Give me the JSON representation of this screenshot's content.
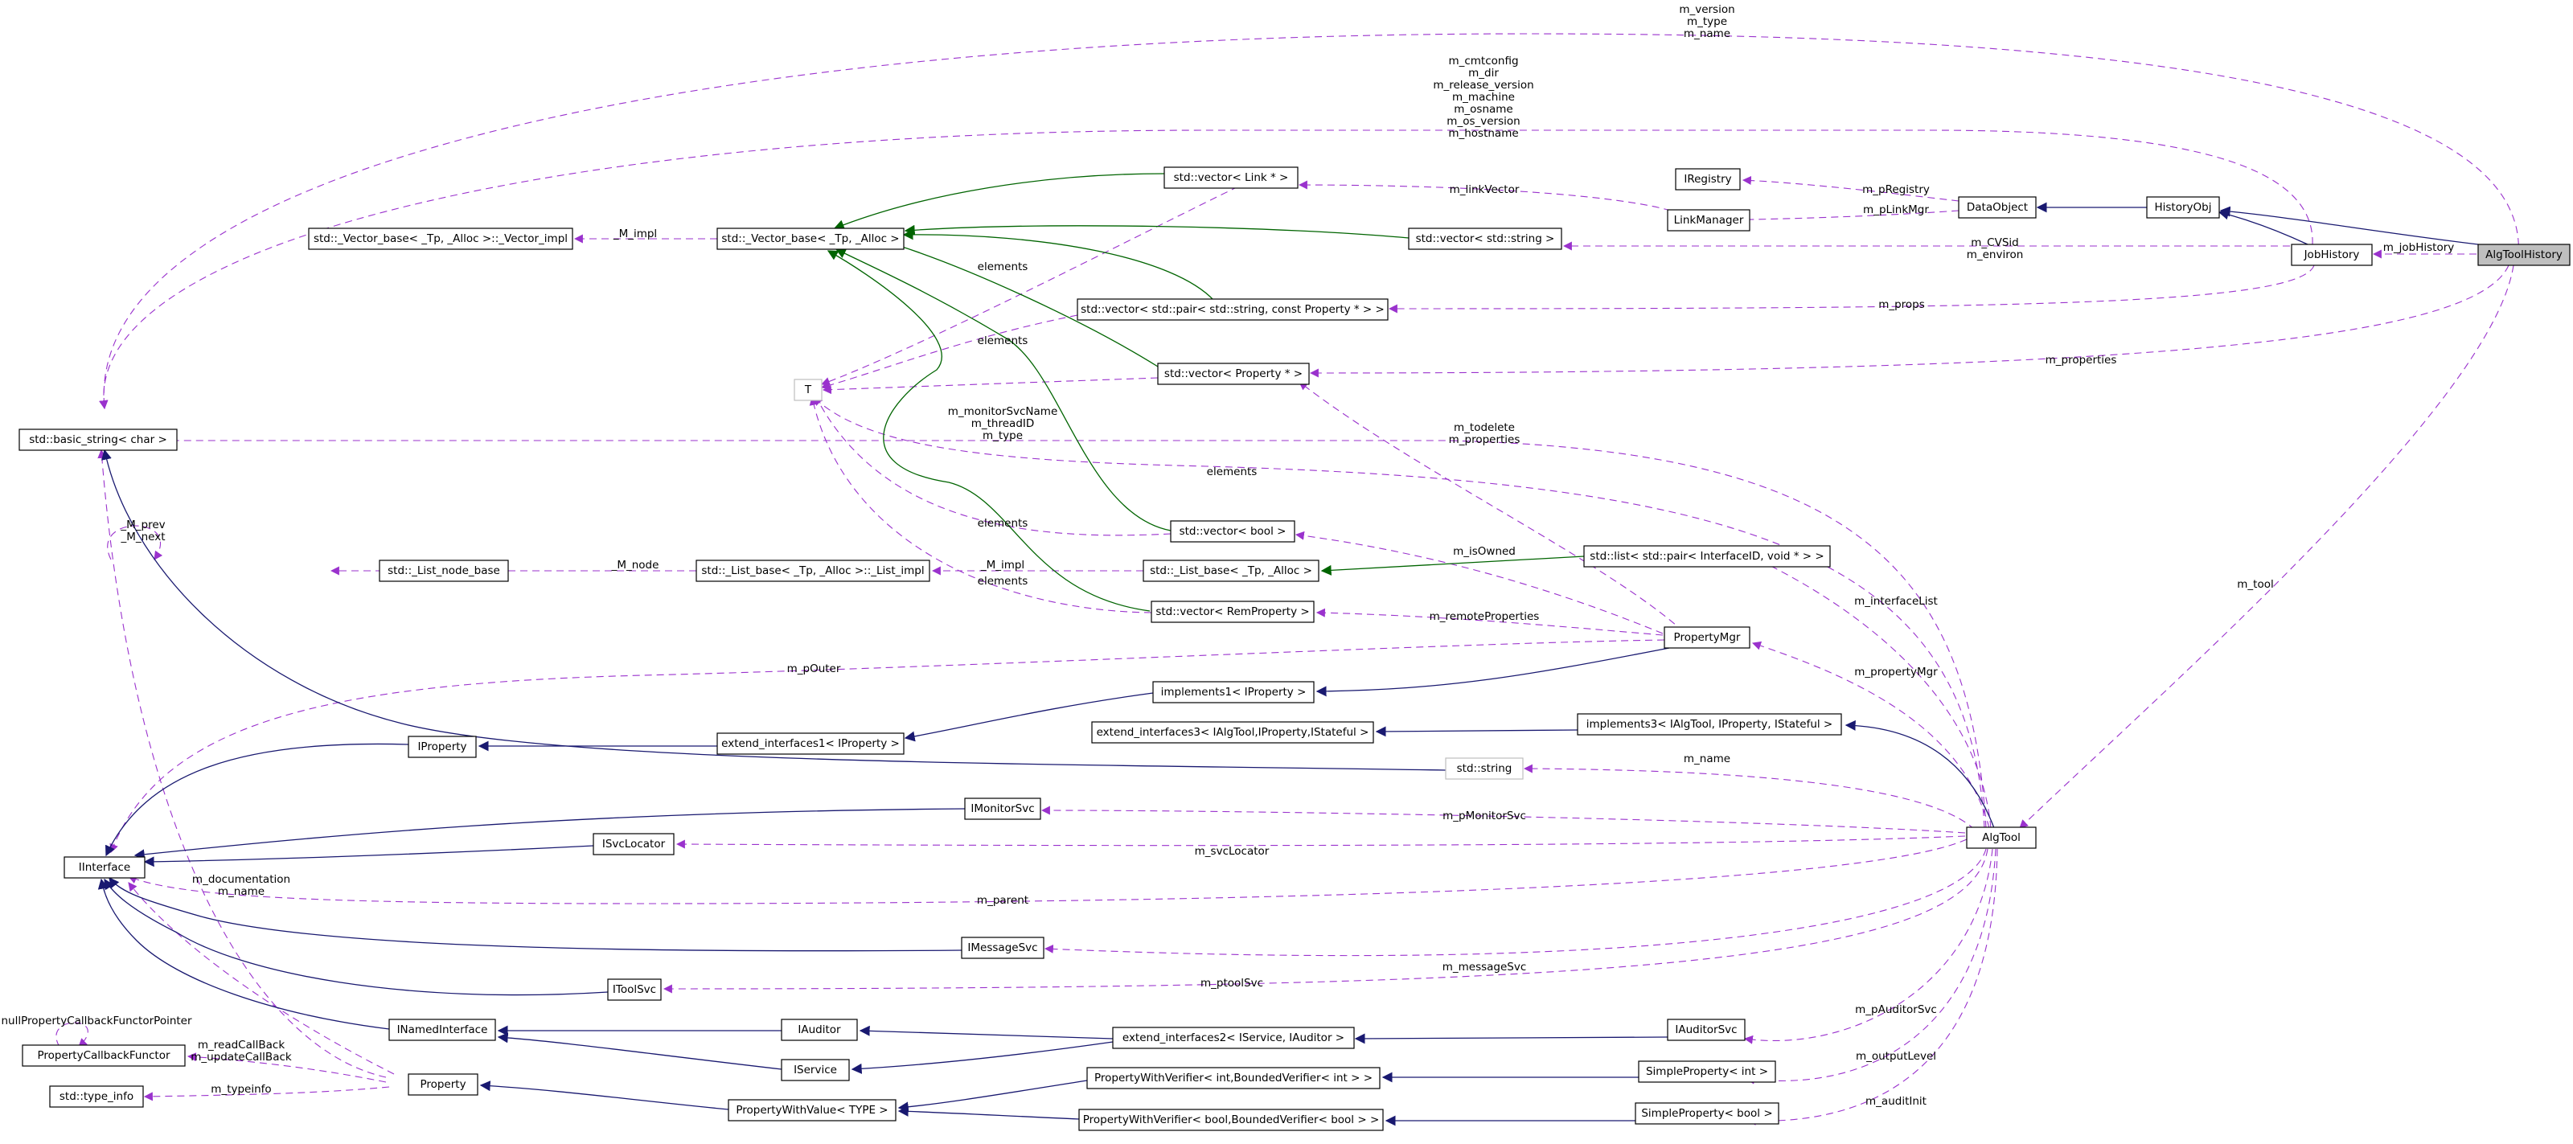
{
  "nodes": {
    "algtoolhistory": "AlgToolHistory",
    "jobhistory": "JobHistory",
    "historyobj": "HistoryObj",
    "dataobject": "DataObject",
    "iregistry": "IRegistry",
    "linkmanager": "LinkManager",
    "vec_link": "std::vector< Link * >",
    "vec_string": "std::vector< std::string >",
    "vector_base": "std::_Vector_base< _Tp, _Alloc >",
    "vector_impl": "std::_Vector_base< _Tp, _Alloc >::_Vector_impl",
    "vec_pair": "std::vector< std::pair< std::string, const Property * > >",
    "vec_property": "std::vector< Property * >",
    "T": "T",
    "basic_string": "std::basic_string< char >",
    "vec_bool": "std::vector< bool >",
    "list_pair": "std::list< std::pair< InterfaceID, void * > >",
    "list_node_base": "std::_List_node_base",
    "list_impl": "std::_List_base< _Tp, _Alloc >::_List_impl",
    "list_base": "std::_List_base< _Tp, _Alloc >",
    "vec_remprop": "std::vector< RemProperty >",
    "propertymgr": "PropertyMgr",
    "implements1": "implements1< IProperty >",
    "implements3": "implements3< IAlgTool, IProperty, IStateful >",
    "extend3": "extend_interfaces3< IAlgTool,IProperty,IStateful >",
    "iproperty": "IProperty",
    "extend1": "extend_interfaces1< IProperty >",
    "stdstring": "std::string",
    "imonitorsvc": "IMonitorSvc",
    "algtool": "AlgTool",
    "isvclocator": "ISvcLocator",
    "iinterface": "IInterface",
    "imessagesvc": "IMessageSvc",
    "itoolsvc": "IToolSvc",
    "inamedinterface": "INamedInterface",
    "iauditor": "IAuditor",
    "extend2": "extend_interfaces2< IService, IAuditor >",
    "iauditorsvc": "IAuditorSvc",
    "propcallback": "PropertyCallbackFunctor",
    "iservice": "IService",
    "property": "Property",
    "simpleprop_int": "SimpleProperty< int >",
    "propverifier_int": "PropertyWithVerifier< int,BoundedVerifier< int > >",
    "type_info": "std::type_info",
    "propwithvalue": "PropertyWithValue< TYPE >",
    "propverifier_bool": "PropertyWithVerifier< bool,BoundedVerifier< bool > >",
    "simpleprop_bool": "SimpleProperty< bool >"
  },
  "labels": {
    "m_version": "m_version",
    "m_type_top": "m_type",
    "m_name_top": "m_name",
    "m_cmtconfig": "m_cmtconfig",
    "m_dir": "m_dir",
    "m_release_version": "m_release_version",
    "m_machine": "m_machine",
    "m_osname": "m_osname",
    "m_os_version": "m_os_version",
    "m_hostname": "m_hostname",
    "m_linkVector": "m_linkVector",
    "m_pRegistry": "m_pRegistry",
    "m_pLinkMgr": "m_pLinkMgr",
    "m_jobHistory": "m_jobHistory",
    "M_impl_vec": "_M_impl",
    "elements_1": "elements",
    "m_CVSid": "m_CVSid",
    "m_environ": "m_environ",
    "m_props": "m_props",
    "elements_2": "elements",
    "m_properties_1": "m_properties",
    "m_monitorSvcName": "m_monitorSvcName",
    "m_threadID": "m_threadID",
    "m_type_mid": "m_type",
    "m_todelete": "m_todelete",
    "m_properties_2": "m_properties",
    "elements_3": "elements",
    "m_tool": "m_tool",
    "M_prev": "_M_prev",
    "M_next": "_M_next",
    "elements_4": "elements",
    "m_isOwned": "m_isOwned",
    "M_node": "_M_node",
    "M_impl_list": "_M_impl",
    "elements_5": "elements",
    "m_interfaceList": "m_interfaceList",
    "m_remoteProperties": "m_remoteProperties",
    "m_pOuter": "m_pOuter",
    "m_propertyMgr": "m_propertyMgr",
    "m_name_mid": "m_name",
    "m_pMonitorSvc": "m_pMonitorSvc",
    "m_svcLocator": "m_svcLocator",
    "m_documentation": "m_documentation",
    "m_name_low": "m_name",
    "m_parent": "m_parent",
    "m_messageSvc": "m_messageSvc",
    "m_ptoolSvc": "m_ptoolSvc",
    "nullProperty": "nullPropertyCallbackFunctorPointer",
    "m_pAuditorSvc": "m_pAuditorSvc",
    "m_readCallBack": "m_readCallBack",
    "m_updateCallBack": "m_updateCallBack",
    "m_outputLevel": "m_outputLevel",
    "m_typeinfo": "m_typeinfo",
    "m_auditInit": "m_auditInit"
  },
  "colors": {
    "usage_edge": "#9a32cd",
    "inheritance_edge": "#191970",
    "template_edge": "#006400",
    "root_fill": "#bfbfbf"
  }
}
